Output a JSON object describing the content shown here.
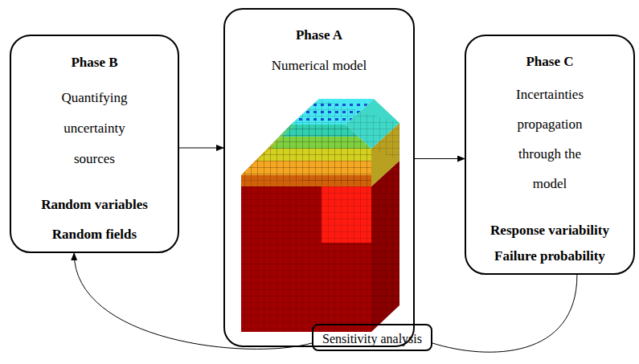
{
  "diagram": {
    "nodes": [
      {
        "text": [
          "Phase B",
          "Quantifying uncertainty sources",
          "Random variables",
          "Random fields"
        ]
      },
      {
        "text": [
          "Phase A",
          "Numerical model"
        ]
      },
      {
        "text": [
          "Phase C",
          "Incertainties propagation through the model",
          "Response variability",
          "Failure probability"
        ]
      },
      {
        "text": [
          "Sensitivity analysis"
        ]
      }
    ],
    "edges": [
      {
        "from": 0,
        "to": 1,
        "arrow": "to"
      },
      {
        "from": 1,
        "to": 2,
        "arrow": "to"
      },
      {
        "from": 2,
        "to": 3,
        "arrow": "none"
      },
      {
        "from": 3,
        "to": 0,
        "arrow": "to"
      }
    ]
  }
}
